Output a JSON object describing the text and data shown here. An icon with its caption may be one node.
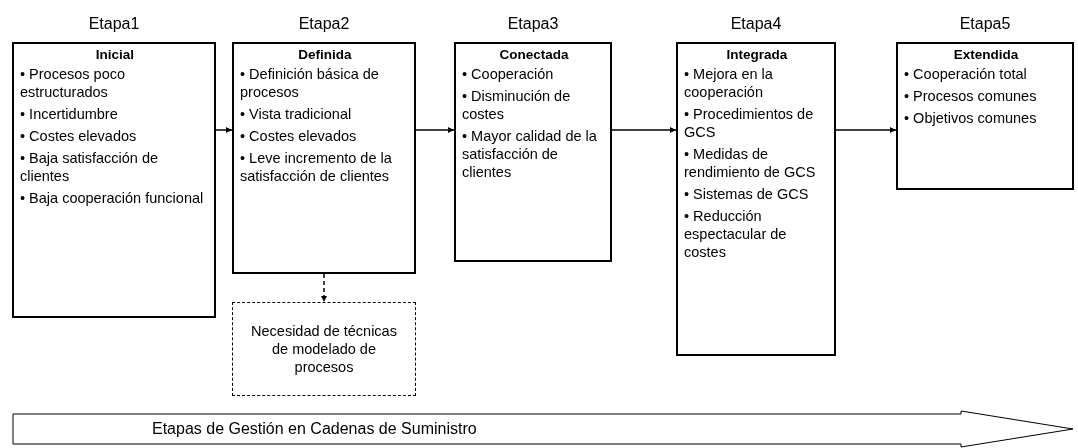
{
  "diagram": {
    "nodes": [
      {
        "text": [
          "Etapa1",
          "Inicial",
          "• Procesos poco estructurados",
          "• Incertidumbre",
          "• Costes elevados",
          "• Baja satisfacción de clientes",
          "• Baja cooperación funcional"
        ]
      },
      {
        "text": [
          "Etapa2",
          "Definida",
          "• Definición básica de procesos",
          "• Vista tradicional",
          "• Costes elevados",
          "• Leve incremento de la satisfacción de clientes"
        ]
      },
      {
        "text": [
          "Necesidad de técnicas de modelado de procesos"
        ]
      },
      {
        "text": [
          "Etapa3",
          "Conectada",
          "• Cooperación",
          "• Disminución de costes",
          "• Mayor calidad de la satisfacción de clientes"
        ]
      },
      {
        "text": [
          "Etapa4",
          "Integrada",
          "• Mejora en la cooperación",
          "• Procedimientos de GCS",
          "• Medidas de rendimiento de GCS",
          "• Sistemas de GCS",
          "• Reducción espectacular de costes"
        ]
      },
      {
        "text": [
          "Etapa5",
          "Extendida",
          "• Cooperación total",
          "• Procesos comunes",
          "• Objetivos comunes"
        ]
      },
      {
        "text": [
          "Etapas de Gestión en Cadenas de Suministro"
        ]
      }
    ],
    "edges": [
      {
        "from": 0,
        "to": 1,
        "arrow": "to"
      },
      {
        "from": 1,
        "to": 2,
        "arrow": "to",
        "style": "dashed"
      },
      {
        "from": 1,
        "to": 3,
        "arrow": "to"
      },
      {
        "from": 3,
        "to": 4,
        "arrow": "to"
      },
      {
        "from": 4,
        "to": 5,
        "arrow": "to"
      }
    ]
  }
}
